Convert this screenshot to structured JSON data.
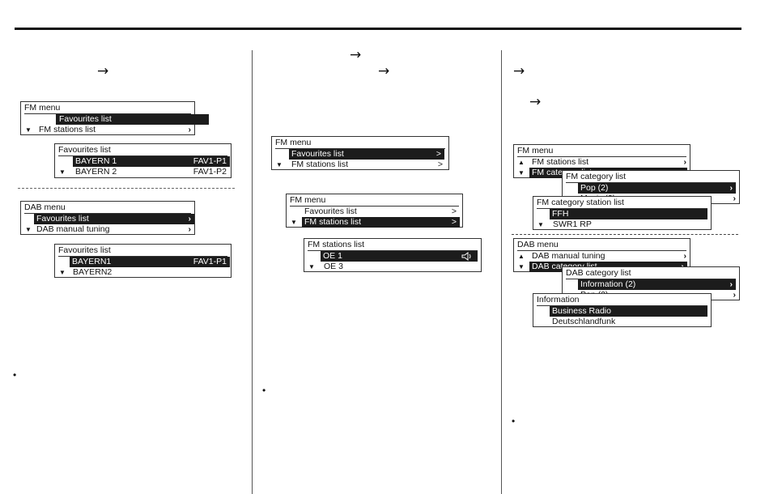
{
  "arrows": {
    "glyph": "→"
  },
  "bullets": {
    "glyph": "•"
  },
  "col1": {
    "fm_menu": {
      "title": "FM menu",
      "items": [
        {
          "label": "Favourites list"
        },
        {
          "label": "FM stations list",
          "chevron": "›"
        }
      ]
    },
    "favourites_fm": {
      "title": "Favourites list",
      "items": [
        {
          "label": "BAYERN 1",
          "value": "FAV1-P1"
        },
        {
          "label": "BAYERN 2",
          "value": "FAV1-P2"
        }
      ]
    },
    "dab_menu": {
      "title": "DAB menu",
      "items": [
        {
          "label": "Favourites list",
          "chevron": "›"
        },
        {
          "label": "DAB manual tuning",
          "chevron": "›"
        }
      ]
    },
    "favourites_dab": {
      "title": "Favourites list",
      "items": [
        {
          "label": "BAYERN1",
          "value": "FAV1-P1"
        },
        {
          "label": "BAYERN2"
        }
      ]
    }
  },
  "col2": {
    "fm_menu_a": {
      "title": "FM menu",
      "items": [
        {
          "label": "Favourites list",
          "chevron": ">"
        },
        {
          "label": "FM stations list",
          "chevron": ">"
        }
      ]
    },
    "fm_menu_b": {
      "title": "FM menu",
      "items": [
        {
          "label": "Favourites list",
          "chevron": ">"
        },
        {
          "label": "FM stations list",
          "chevron": ">"
        }
      ]
    },
    "fm_stations": {
      "title": "FM stations list",
      "items": [
        {
          "label": "OE 1",
          "icon": "speaker-icon"
        },
        {
          "label": "OE 3"
        }
      ]
    }
  },
  "col3": {
    "fm_menu": {
      "title": "FM menu",
      "items": [
        {
          "label": "FM stations list",
          "chevron": "›"
        },
        {
          "label": "FM category list",
          "chevron": "›"
        }
      ]
    },
    "fm_category": {
      "title": "FM category list",
      "items": [
        {
          "label": "Pop (2)",
          "chevron": "›"
        },
        {
          "label": "Music (2)",
          "chevron": "›"
        }
      ]
    },
    "fm_category_station": {
      "title": "FM category station list",
      "items": [
        {
          "label": "FFH"
        },
        {
          "label": "SWR1 RP"
        }
      ]
    },
    "dab_menu": {
      "title": "DAB menu",
      "items": [
        {
          "label": "DAB manual tuning",
          "chevron": "›"
        },
        {
          "label": "DAB category list",
          "chevron": "›"
        }
      ]
    },
    "dab_category": {
      "title": "DAB category list",
      "items": [
        {
          "label": "Information (2)",
          "chevron": "›"
        },
        {
          "label": "Pop (2)",
          "chevron": "›"
        }
      ]
    },
    "information": {
      "title": "Information",
      "items": [
        {
          "label": "Business Radio"
        },
        {
          "label": "Deutschlandfunk"
        }
      ]
    }
  }
}
